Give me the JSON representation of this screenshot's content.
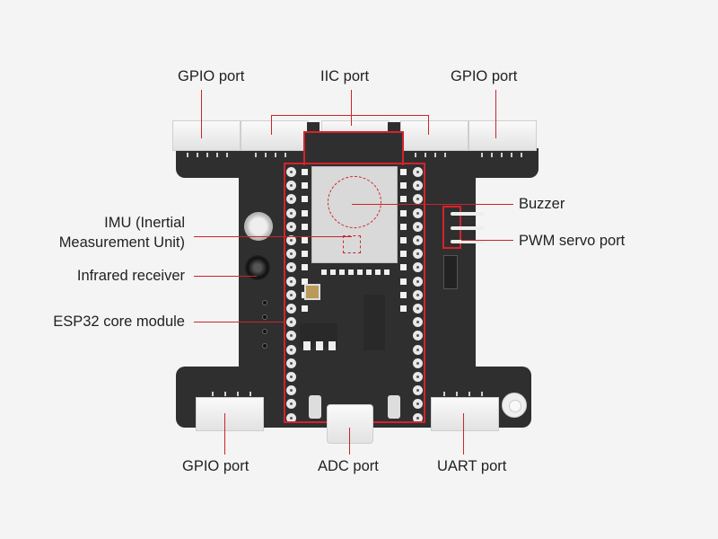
{
  "title": "ESP32 controller board component diagram",
  "accent_color": "#c9252b",
  "board_color": "#2f2f30",
  "labels": {
    "top_left": "GPIO port",
    "top_center": "IIC port",
    "top_right": "GPIO port",
    "imu_line1": "IMU (Inertial",
    "imu_line2": "Measurement Unit)",
    "infrared": "Infrared receiver",
    "esp32": "ESP32 core module",
    "buzzer": "Buzzer",
    "pwm": "PWM servo port",
    "bottom_left": "GPIO port",
    "bottom_center": "ADC port",
    "bottom_right": "UART port"
  }
}
